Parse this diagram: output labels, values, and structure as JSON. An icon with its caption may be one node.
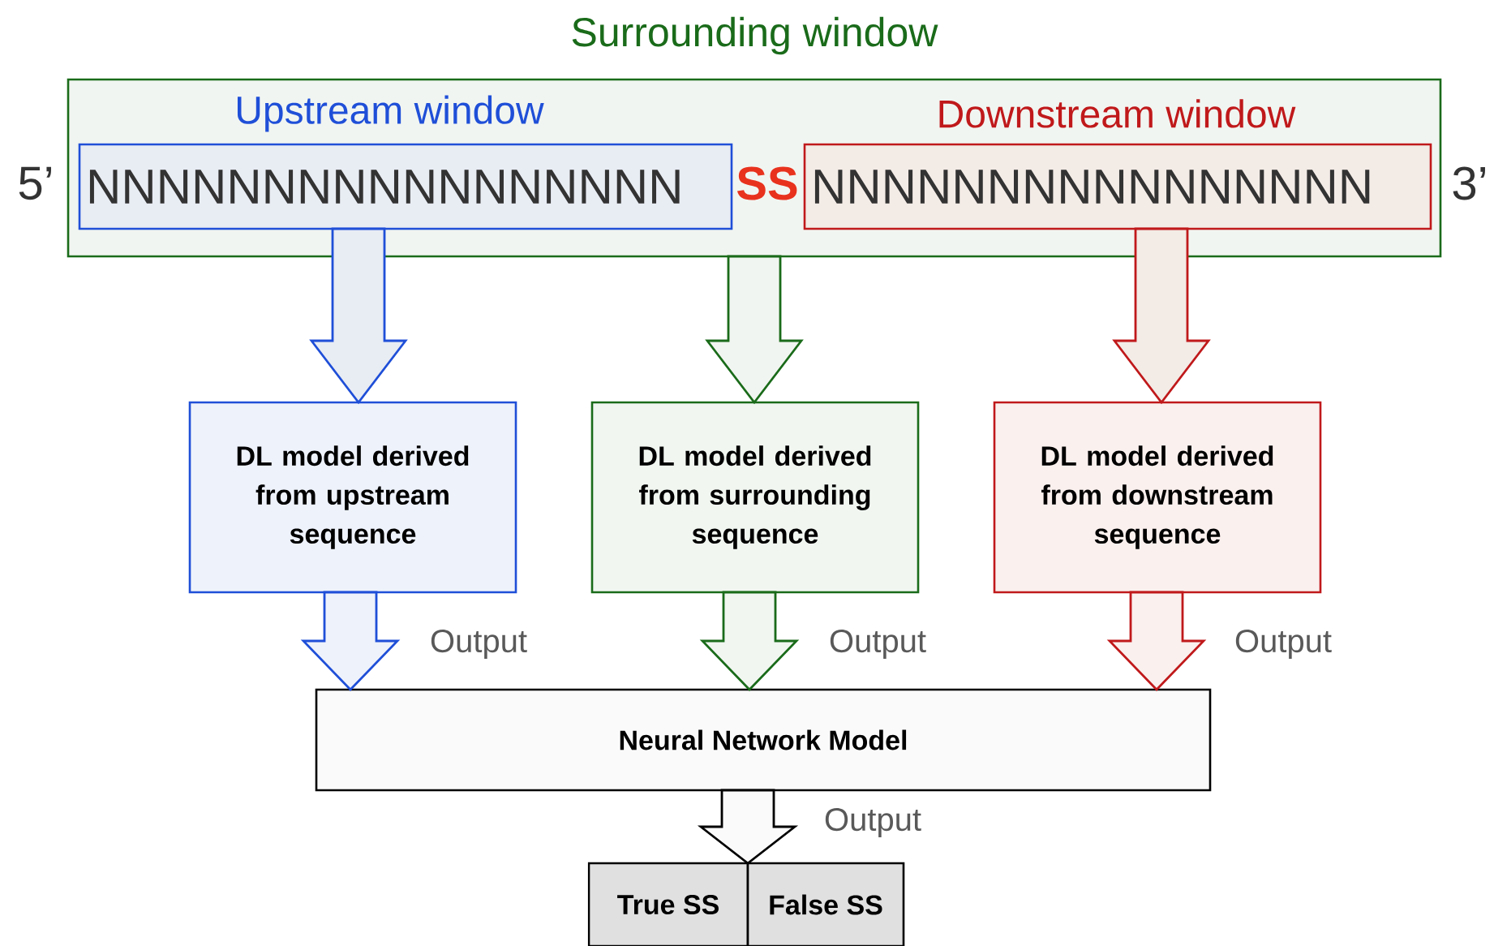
{
  "diagram": {
    "nodes": [
      {
        "text": [
          "Surrounding window"
        ]
      },
      {
        "text": [
          "Upstream window",
          "NNNNNNNNNNNNNNNNN"
        ],
        "in": 0
      },
      {
        "text": [
          "Downstream window",
          "NNNNNNNNNNNNNNNN"
        ],
        "in": 0
      },
      {
        "text": [
          "DL model derived from upstream sequence"
        ]
      },
      {
        "text": [
          "DL model derived from surrounding sequence"
        ]
      },
      {
        "text": [
          "DL model derived from downstream sequence"
        ]
      },
      {
        "text": [
          "Neural Network Model"
        ]
      },
      {
        "text": [
          "True SS"
        ]
      },
      {
        "text": [
          "False SS"
        ]
      }
    ],
    "edges": [
      {
        "from": 1,
        "to": 3,
        "arrow": "to",
        "color": "#1f4fd8"
      },
      {
        "from": 0,
        "to": 4,
        "arrow": "to",
        "color": "#1a6b1a"
      },
      {
        "from": 2,
        "to": 5,
        "arrow": "to",
        "color": "#c0191b"
      },
      {
        "from": 3,
        "to": 6,
        "arrow": "to",
        "label": "Output",
        "color": "#1f4fd8"
      },
      {
        "from": 4,
        "to": 6,
        "arrow": "to",
        "label": "Output",
        "color": "#1a6b1a"
      },
      {
        "from": 5,
        "to": 6,
        "arrow": "to",
        "label": "Output",
        "color": "#c0191b"
      },
      {
        "from": 6,
        "to": 7,
        "arrow": "to",
        "label": "Output"
      },
      {
        "from": 6,
        "to": 8,
        "arrow": "to"
      }
    ],
    "labels": [
      "5’",
      "SS",
      "3’"
    ]
  }
}
